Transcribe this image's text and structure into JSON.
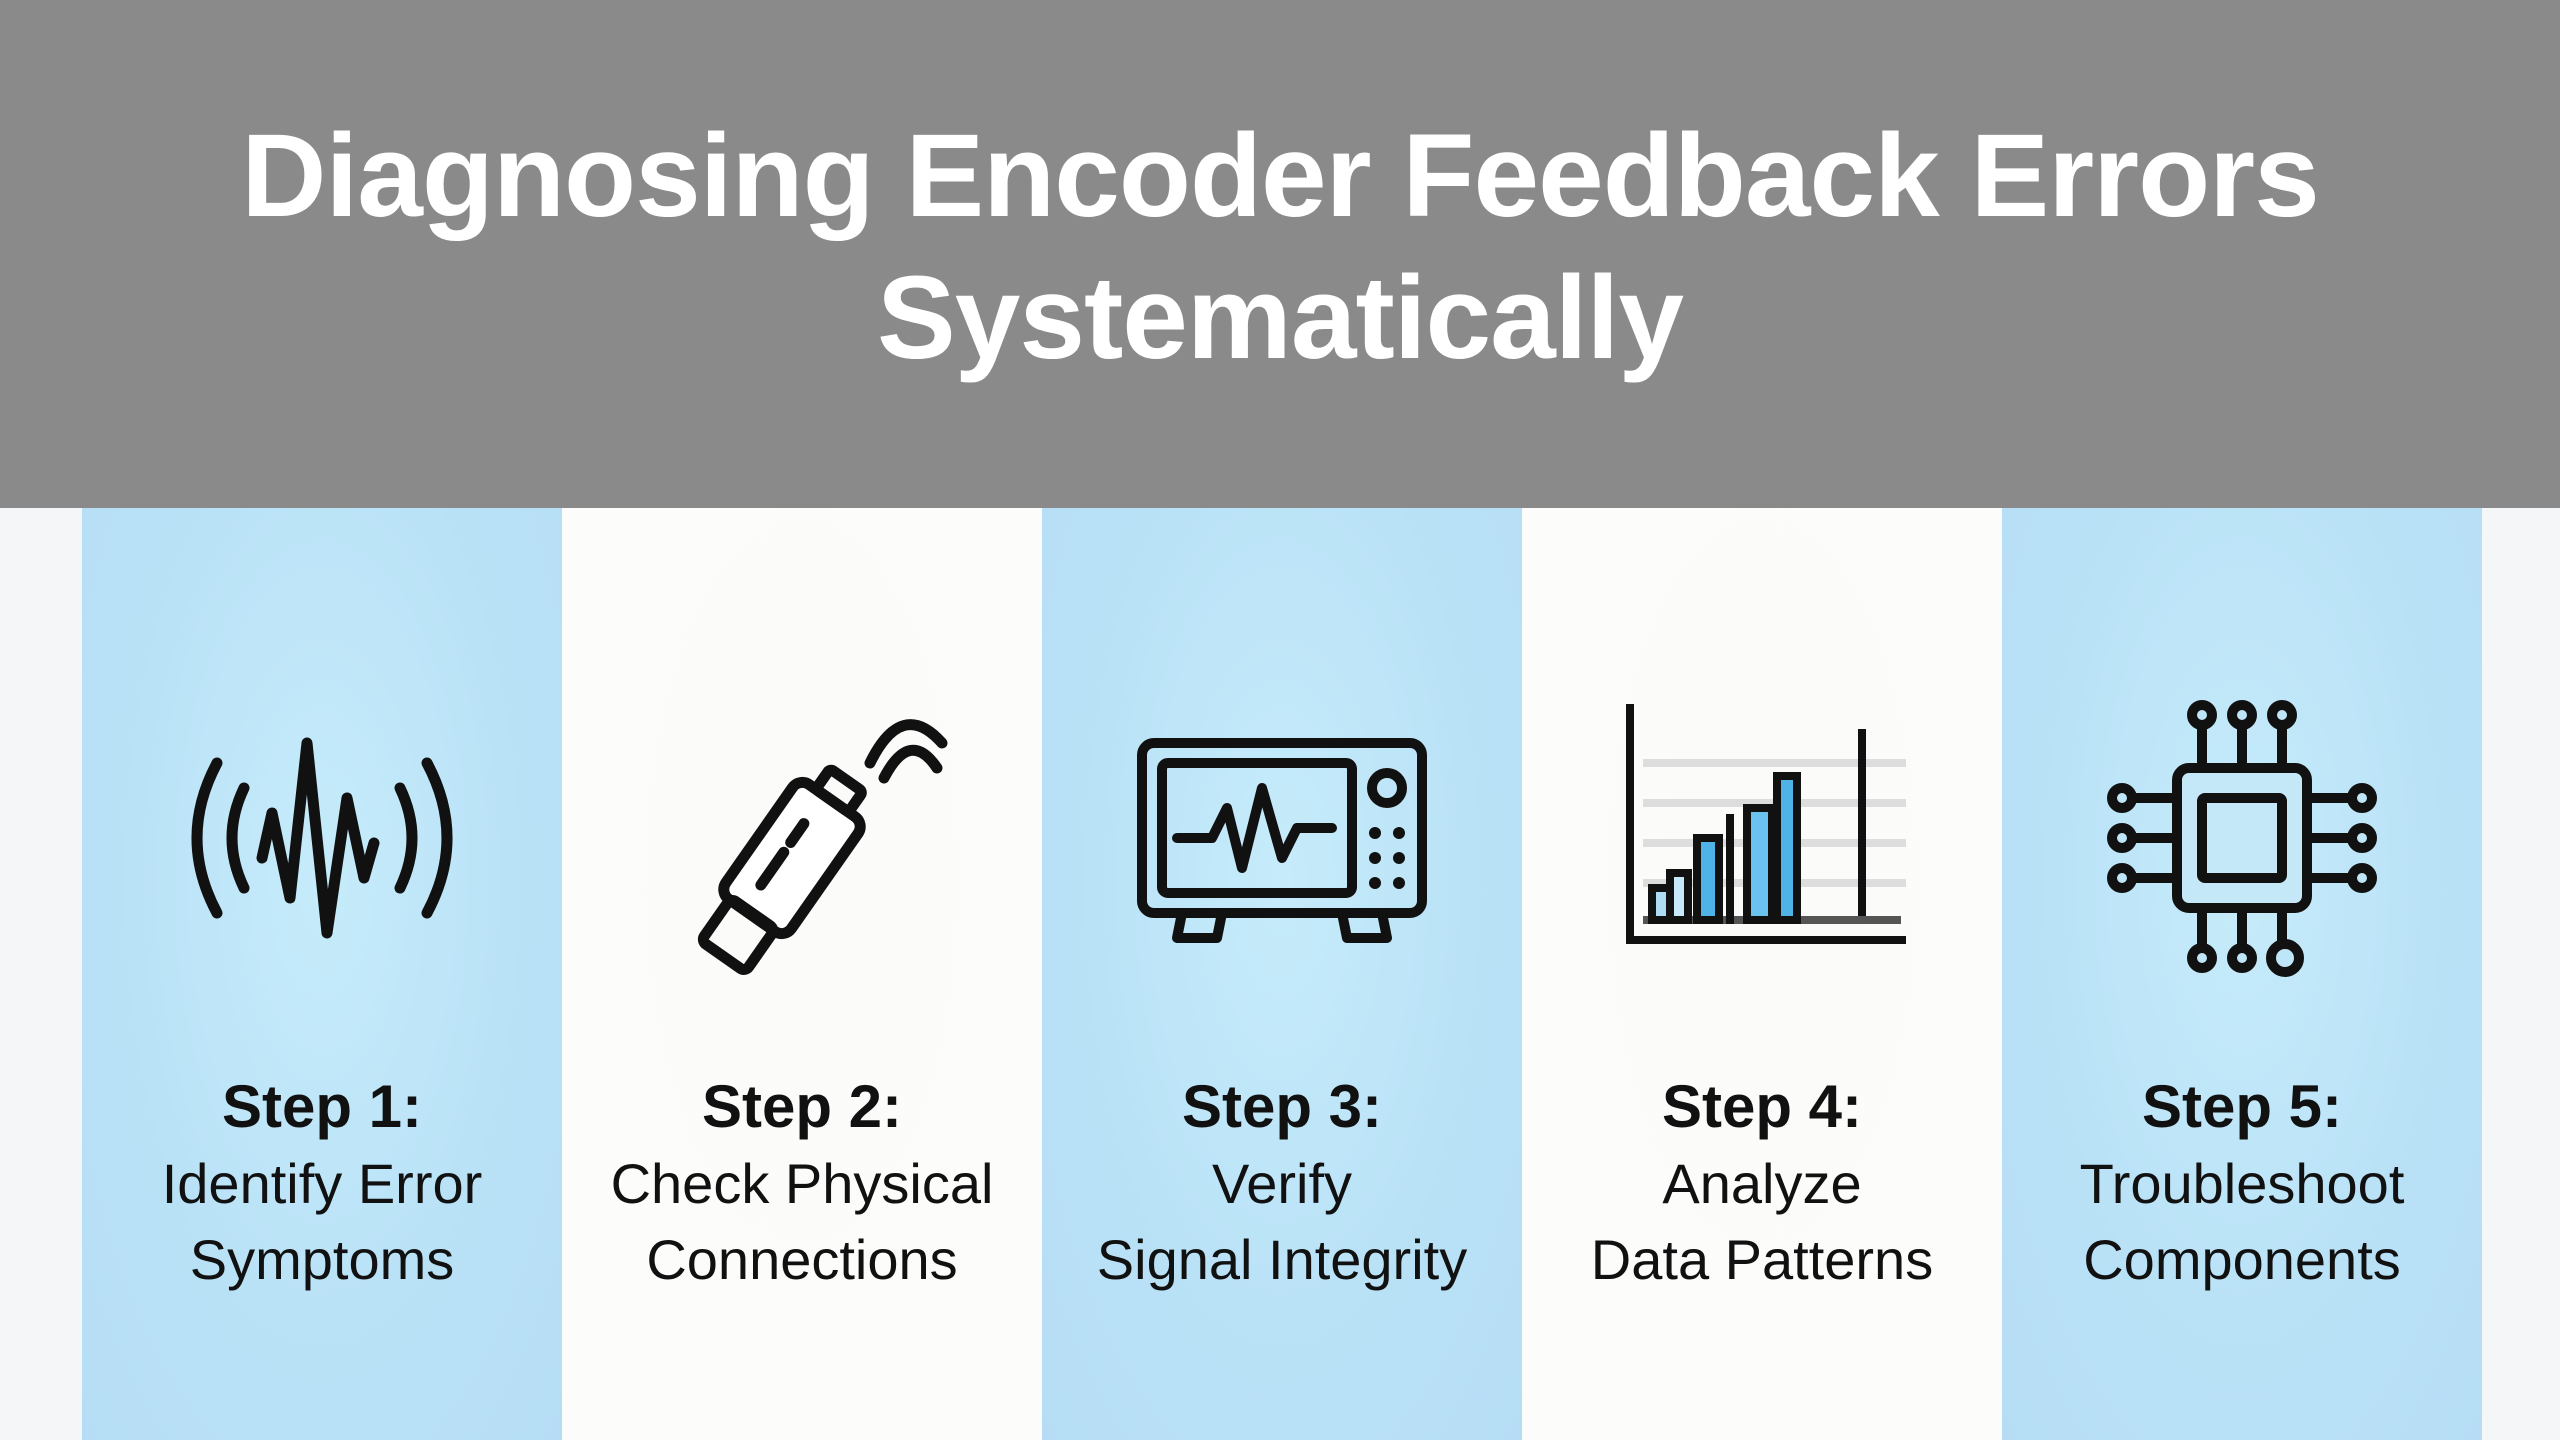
{
  "header": {
    "title_line1": "Diagnosing Encoder Feedback Errors",
    "title_line2": "Systematically"
  },
  "colors": {
    "header_bg": "#8a8a8a",
    "blue_column": "#b9e1f6",
    "white_column": "#fcfcfb",
    "accent": "#4fb3e8"
  },
  "steps": [
    {
      "step": "Step 1:",
      "line1": "Identify Error",
      "line2": "Symptoms",
      "icon": "signal-wave-icon"
    },
    {
      "step": "Step 2:",
      "line1": "Check Physical",
      "line2": "Connections",
      "icon": "cable-connector-icon"
    },
    {
      "step": "Step 3:",
      "line1": "Verify",
      "line2": "Signal Integrity",
      "icon": "oscilloscope-icon"
    },
    {
      "step": "Step 4:",
      "line1": "Analyze",
      "line2": "Data Patterns",
      "icon": "bar-chart-icon"
    },
    {
      "step": "Step 5:",
      "line1": "Troubleshoot",
      "line2": "Components",
      "icon": "microchip-icon"
    }
  ]
}
